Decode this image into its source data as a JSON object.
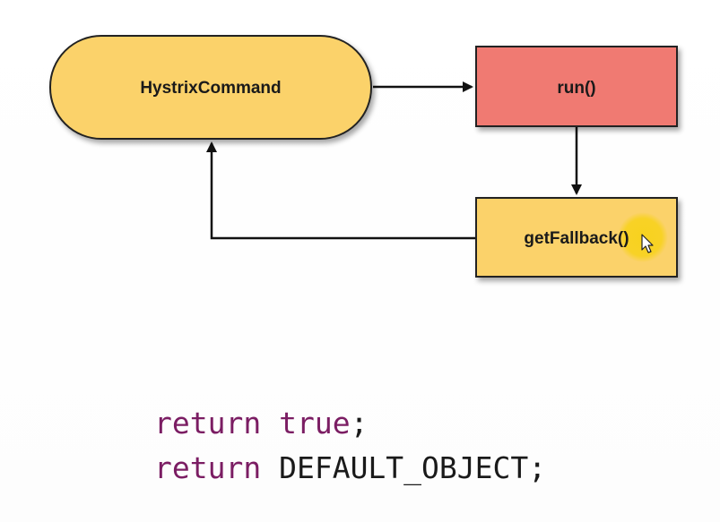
{
  "diagram": {
    "nodes": {
      "hystrix_command": "HystrixCommand",
      "run": "run()",
      "get_fallback": "getFallback()"
    },
    "colors": {
      "command_fill": "#fbd26b",
      "run_fill": "#f07a72",
      "fallback_fill": "#fbd26b",
      "cursor_highlight": "#f7d21a"
    },
    "edges": [
      {
        "from": "HystrixCommand",
        "to": "run()"
      },
      {
        "from": "run()",
        "to": "getFallback()"
      },
      {
        "from": "getFallback()",
        "to": "HystrixCommand"
      }
    ]
  },
  "code": {
    "line1": {
      "keyword": "return",
      "value": "true",
      "terminator": ";"
    },
    "line2": {
      "keyword": "return",
      "value": "DEFAULT_OBJECT",
      "terminator": ";"
    },
    "colors": {
      "keyword": "#7b1d63",
      "text": "#1a1a1a"
    }
  }
}
